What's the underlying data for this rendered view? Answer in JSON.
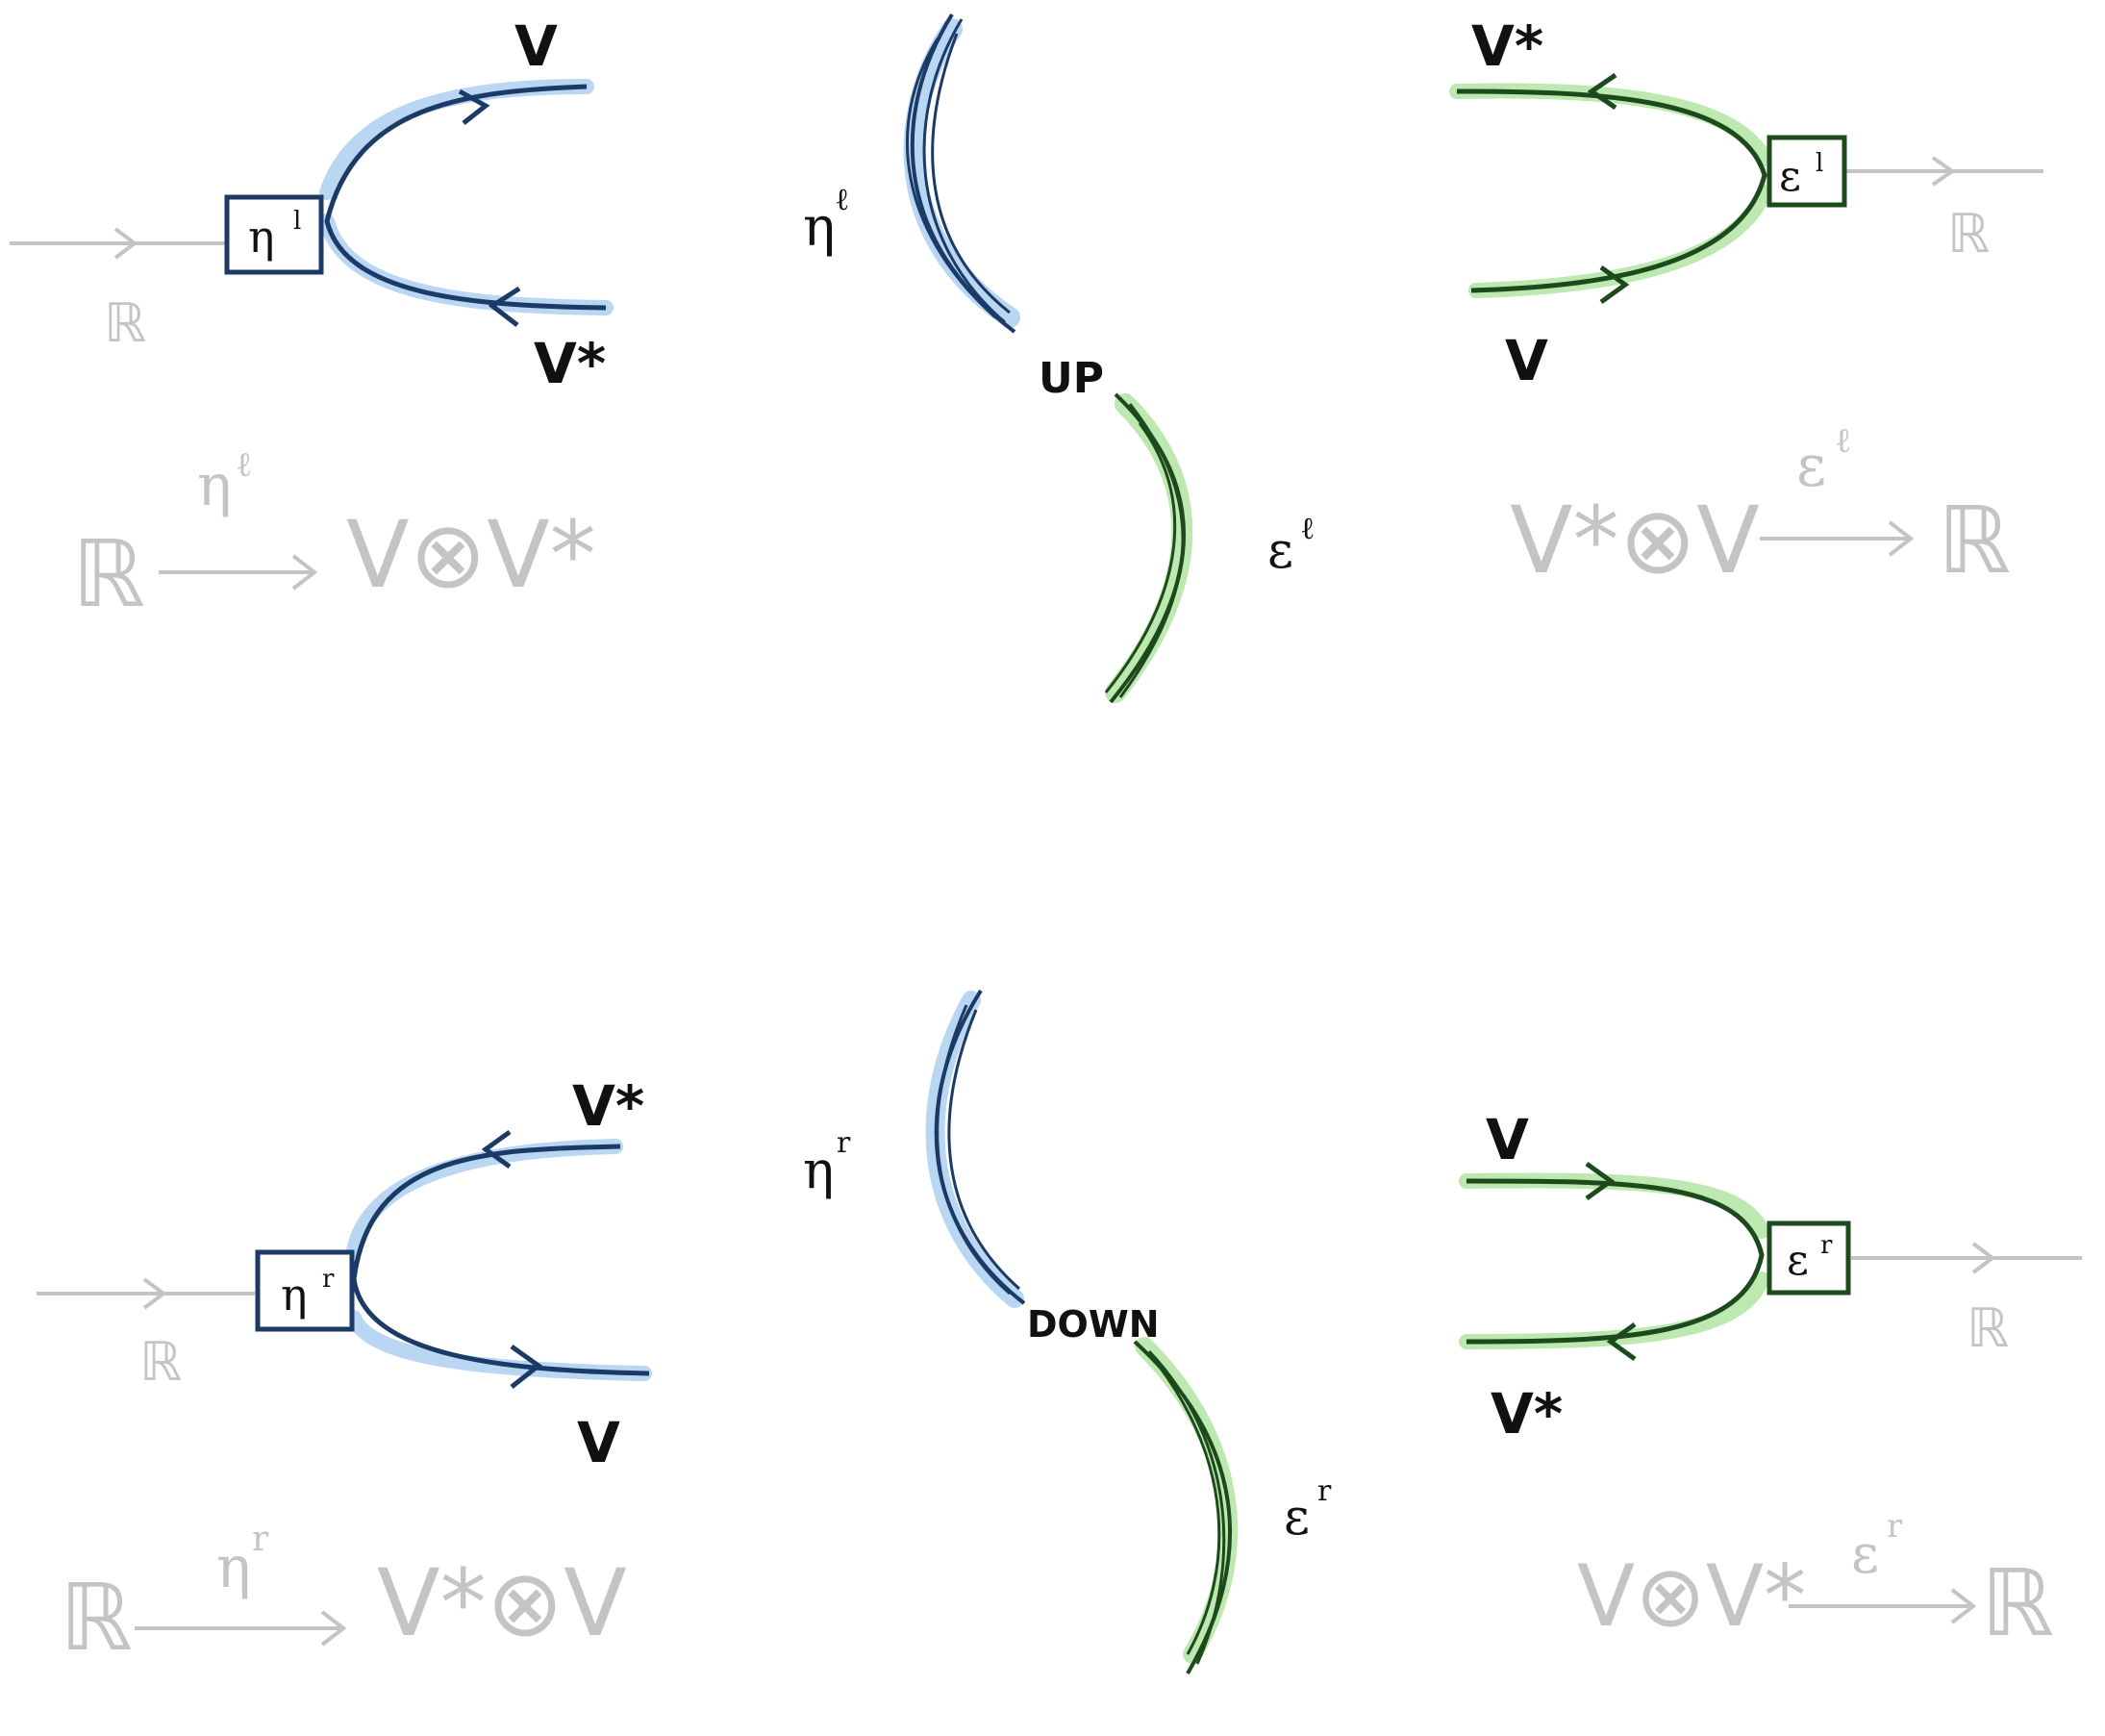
{
  "colors": {
    "blue_ink": "#1b3a66",
    "blue_highlight": "#b9d6f2",
    "green_ink": "#1d4a1c",
    "green_highlight": "#bde8b0",
    "grey_ink": "#c4c4c4",
    "label_black": "#111111"
  },
  "top_left": {
    "box_label": "η",
    "box_sup": "l",
    "wire_in": "ℝ",
    "out_top": "V",
    "out_bottom": "V*",
    "formula": {
      "from": "ℝ",
      "arrow_label": "η",
      "arrow_sup": "ℓ",
      "to": "V⊗V*"
    }
  },
  "top_right": {
    "box_label": "ε",
    "box_sup": "l",
    "in_top": "V*",
    "in_bottom": "V",
    "wire_out": "ℝ",
    "formula": {
      "from": "V*⊗V",
      "arrow_label": "ε",
      "arrow_sup": "ℓ",
      "to": "ℝ"
    }
  },
  "bottom_left": {
    "box_label": "η",
    "box_sup": "r",
    "wire_in": "ℝ",
    "out_top": "V*",
    "out_bottom": "V",
    "formula": {
      "from": "ℝ",
      "arrow_label": "η",
      "arrow_sup": "r",
      "to": "V*⊗V"
    }
  },
  "bottom_right": {
    "box_label": "ε",
    "box_sup": "r",
    "in_top": "V",
    "in_bottom": "V*",
    "wire_out": "ℝ",
    "formula": {
      "from": "V⊗V*",
      "arrow_label": "ε",
      "arrow_sup": "r",
      "to": "ℝ"
    }
  },
  "middle_top": {
    "upper_arc": "η",
    "upper_sup": "ℓ",
    "center": "UP",
    "lower_arc": "ε",
    "lower_sup": "ℓ"
  },
  "middle_bottom": {
    "upper_arc": "η",
    "upper_sup": "r",
    "center": "DOWN",
    "lower_arc": "ε",
    "lower_sup": "r"
  }
}
